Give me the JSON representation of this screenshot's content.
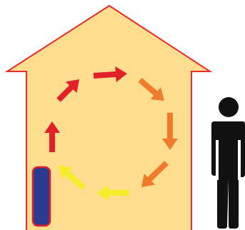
{
  "diagram": {
    "colors": {
      "background": "#ffffff",
      "house_fill": "#fedd8f",
      "house_stroke": "#ea2b2b",
      "radiator_fill": "#2b3a8f",
      "radiator_stroke": "#e11d2a",
      "person_fill": "#111111"
    },
    "circulation_arrows": [
      {
        "name": "arrow-red-up-lower",
        "color": "#e1202a"
      },
      {
        "name": "arrow-red-up-diagonal",
        "color": "#e1202a"
      },
      {
        "name": "arrow-red-right-top",
        "color": "#e1202a"
      },
      {
        "name": "arrow-orange-down-right",
        "color": "#f07c2b"
      },
      {
        "name": "arrow-orange-down",
        "color": "#f07c2b"
      },
      {
        "name": "arrow-orange-down-left",
        "color": "#f07c2b"
      },
      {
        "name": "arrow-yellow-left",
        "color": "#f4ee2a"
      },
      {
        "name": "arrow-yellow-up-left",
        "color": "#f4ee2a"
      }
    ]
  }
}
